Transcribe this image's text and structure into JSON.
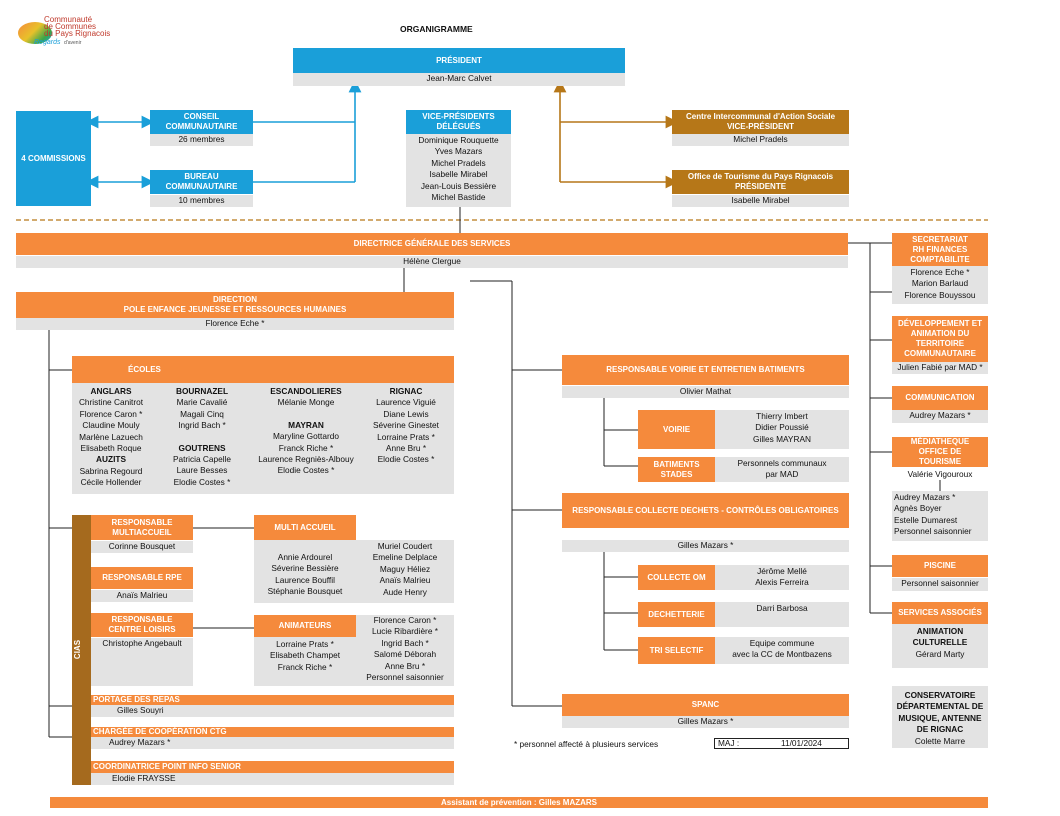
{
  "title": "ORGANIGRAMME",
  "logo": {
    "line1": "Communauté",
    "line2": "de Communes",
    "line3": "du Pays Rignacois",
    "tagline": "Regards",
    "tagline2": "d'avenir"
  },
  "colors": {
    "blue": "#1a9fd9",
    "brown": "#b67718",
    "orange": "#f58a3c",
    "cias": "#a56a1e",
    "grey": "#e3e3e3"
  },
  "president": {
    "title": "PRÉSIDENT",
    "name": "Jean-Marc Calvet"
  },
  "commissions": "4 COMMISSIONS",
  "conseil": {
    "title": "CONSEIL COMMUNAUTAIRE",
    "members": "26 membres"
  },
  "bureau": {
    "title": "BUREAU COMMUNAUTAIRE",
    "members": "10 membres"
  },
  "vp": {
    "title": "VICE-PRÉSIDENTS DÉLÉGUÉS",
    "names": [
      "Dominique Rouquette",
      "Yves Mazars",
      "Michel Pradels",
      "Isabelle Mirabel",
      "Jean-Louis Bessière",
      "Michel Bastide"
    ]
  },
  "cias_top": {
    "title1": "Centre Intercommunal d'Action Sociale",
    "title2": "VICE-PRÉSIDENT",
    "name": "Michel Pradels"
  },
  "ot": {
    "title1": "Office de Tourisme du Pays Rignacois",
    "title2": "PRÉSIDENTE",
    "name": "Isabelle Mirabel"
  },
  "dgs": {
    "title": "DIRECTRICE GÉNÉRALE DES SERVICES",
    "name": "Hélène Clergue"
  },
  "direction": {
    "title1": "DIRECTION",
    "title2": "POLE ENFANCE JEUNESSE ET RESSOURCES HUMAINES",
    "name": "Florence Eche *"
  },
  "ecoles": {
    "title": "ÉCOLES",
    "anglars": {
      "name": "ANGLARS",
      "staff": [
        "Christine Canitrot",
        "Florence Caron *",
        "Claudine Mouly",
        "Marlène Lazuech",
        "Elisabeth Roque"
      ]
    },
    "auzits": {
      "name": "AUZITS",
      "staff": [
        "Sabrina Regourd",
        "Cécile Hollender"
      ]
    },
    "bournazel": {
      "name": "BOURNAZEL",
      "staff": [
        "Marie Cavalié",
        "Magali Cinq",
        "Ingrid Bach *"
      ]
    },
    "goutrens": {
      "name": "GOUTRENS",
      "staff": [
        "Patricia Capelle",
        "Laure Besses",
        "Elodie Costes *"
      ]
    },
    "escandolieres": {
      "name": "ESCANDOLIERES",
      "staff": [
        "Mélanie Monge"
      ]
    },
    "mayran": {
      "name": "MAYRAN",
      "staff": [
        "Maryline Gottardo",
        "Franck Riche *",
        "Laurence Regniès-Albouy",
        "Elodie Costes *"
      ]
    },
    "rignac": {
      "name": "RIGNAC",
      "staff": [
        "Laurence Viguié",
        "Diane Lewis",
        "Séverine Ginestet",
        "Lorraine Prats *",
        "Anne Bru *",
        "Elodie Costes *"
      ]
    }
  },
  "cias_label": "CIAS",
  "resp_multi": {
    "title": "RESPONSABLE MULTIACCUEIL",
    "name": "Corinne Bousquet"
  },
  "resp_rpe": {
    "title": "RESPONSABLE RPE",
    "name": "Anaïs Malrieu"
  },
  "resp_loisirs": {
    "title": "RESPONSABLE CENTRE LOISIRS",
    "name": "Christophe Angebault"
  },
  "multi": {
    "title": "MULTI ACCUEIL",
    "col1": [
      "Annie Ardourel",
      "Séverine Bessière",
      "Laurence Bouffil",
      "Stéphanie Bousquet"
    ],
    "col2": [
      "Muriel Coudert",
      "Emeline Delplace",
      "Maguy Héliez",
      "Anaïs Malrieu",
      "Aude Henry"
    ]
  },
  "anim": {
    "title": "ANIMATEURS",
    "col1": [
      "Lorraine Prats *",
      "Elisabeth Champet",
      "Franck Riche *"
    ],
    "col2": [
      "Florence Caron *",
      "Lucie Ribardière *",
      "Ingrid Bach *",
      "Salomé Déborah",
      "Anne Bru *",
      "Personnel saisonnier"
    ]
  },
  "portage": {
    "title": "PORTAGE DES REPAS",
    "name": "Gilles Souyri"
  },
  "ctg": {
    "title": "CHARGÉE DE COOPÉRATION CTG",
    "name": "Audrey Mazars *"
  },
  "senior": {
    "title": "COORDINATRICE POINT INFO SENIOR",
    "name": "Elodie FRAYSSE"
  },
  "voirie_resp": {
    "title": "RESPONSABLE VOIRIE ET ENTRETIEN BATIMENTS",
    "name": "Olivier Mathat"
  },
  "voirie": {
    "title": "VOIRIE",
    "names": [
      "Thierry Imbert",
      "Didier Poussié",
      "Gilles MAYRAN"
    ]
  },
  "batiments": {
    "title": "BATIMENTS STADES",
    "names": [
      "Personnels communaux",
      "par MAD"
    ]
  },
  "dechets_resp": {
    "title": "RESPONSABLE COLLECTE DECHETS - CONTRÔLES OBLIGATOIRES",
    "name": "Gilles Mazars *"
  },
  "collecte": {
    "title": "COLLECTE OM",
    "names": [
      "Jérôme Mellé",
      "Alexis Ferreira"
    ]
  },
  "decheterie": {
    "title": "DECHETTERIE",
    "names": [
      "Darri Barbosa"
    ]
  },
  "tri": {
    "title": "TRI SELECTIF",
    "names": [
      "Equipe commune",
      "avec la CC de Montbazens"
    ]
  },
  "spanc": {
    "title": "SPANC",
    "name": "Gilles Mazars *"
  },
  "footnote": "* personnel affecté à plusieurs services",
  "maj": {
    "label": "MAJ :",
    "date": "11/01/2024"
  },
  "right": {
    "secretariat": {
      "title": "SECRETARIAT RH FINANCES COMPTABILITE",
      "names": [
        "Florence Eche *",
        "Marion Barlaud",
        "Florence Bouyssou"
      ]
    },
    "dev": {
      "title": "DÉVELOPPEMENT ET ANIMATION DU TERRITOIRE COMMUNAUTAIRE",
      "names": [
        "Julien Fabié par MAD *"
      ]
    },
    "comm": {
      "title": "COMMUNICATION",
      "names": [
        "Audrey Mazars *"
      ]
    },
    "media": {
      "title": "MÉDIATHEQUE OFFICE DE TOURISME",
      "lead": "Valérie Vigouroux",
      "names": [
        "Audrey Mazars *",
        "Agnès Boyer",
        "Estelle Dumarest",
        "Personnel saisonnier"
      ]
    },
    "piscine": {
      "title": "PISCINE",
      "names": [
        "Personnel saisonnier"
      ]
    },
    "assoc": {
      "title": "SERVICES ASSOCIÉS",
      "anim_title": "ANIMATION CULTURELLE",
      "anim_name": "Gérard Marty",
      "conserv_title": "CONSERVATOIRE DÉPARTEMENTAL DE MUSIQUE, ANTENNE DE RIGNAC",
      "conserv_name": "Colette Marre"
    }
  },
  "assistant": "Assistant de prévention : Gilles MAZARS"
}
